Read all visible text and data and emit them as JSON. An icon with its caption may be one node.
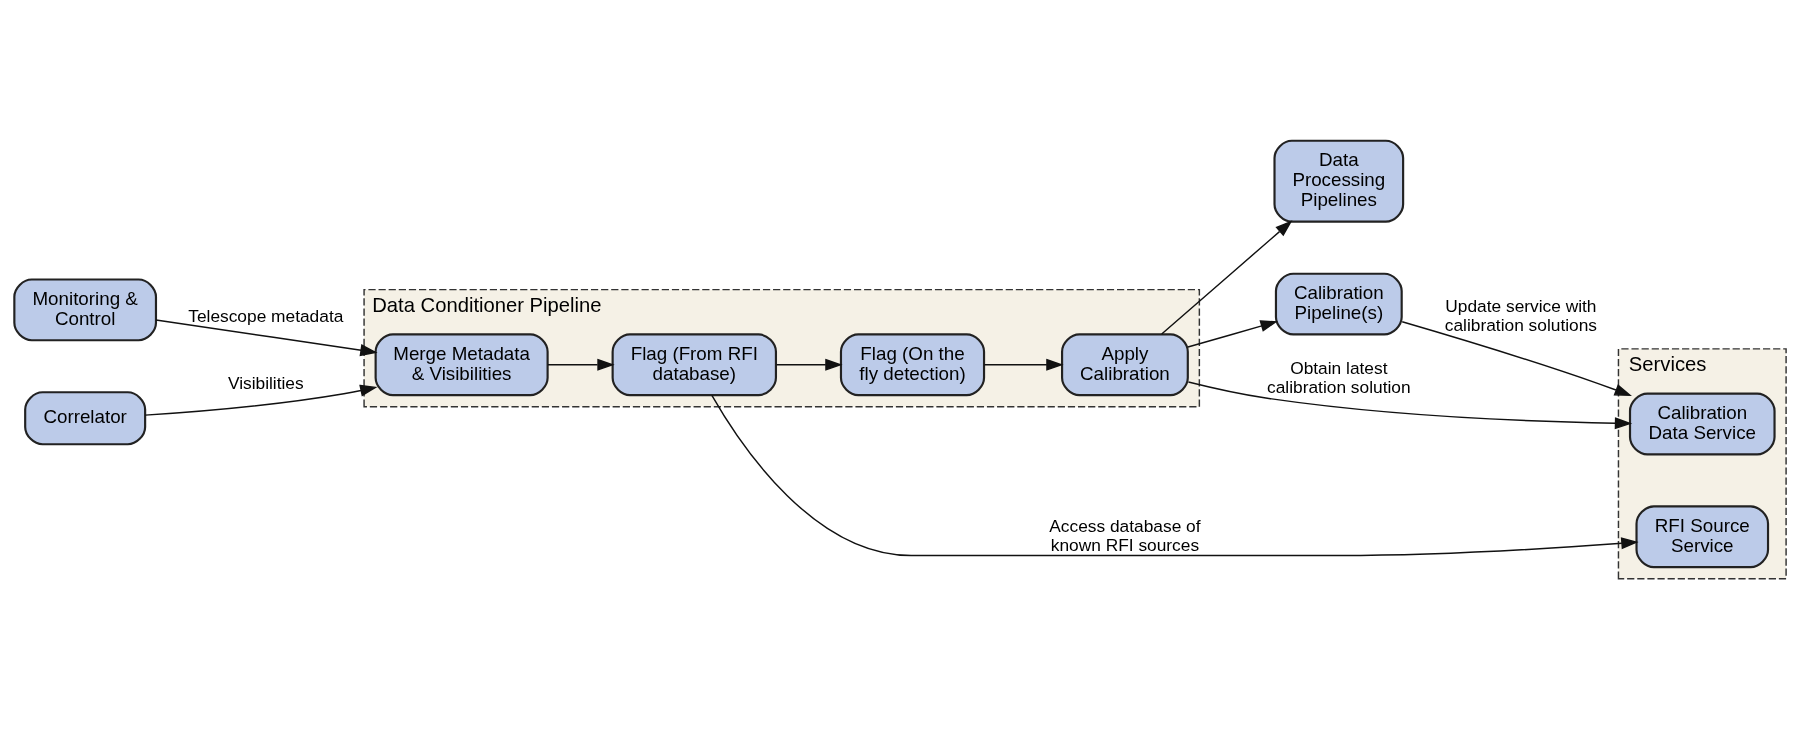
{
  "diagram": {
    "nodes": [
      {
        "text": [
          "Data Conditioner Pipeline"
        ]
      },
      {
        "text": [
          "Monitoring & Control"
        ]
      },
      {
        "text": [
          "Correlator"
        ]
      },
      {
        "text": [
          "Merge Metadata & Visibilities"
        ],
        "in": 0
      },
      {
        "text": [
          "Flag (From RFI database)"
        ],
        "in": 0
      },
      {
        "text": [
          "Flag (On the fly detection)"
        ],
        "in": 0
      },
      {
        "text": [
          "Apply Calibration"
        ],
        "in": 0
      },
      {
        "text": [
          "Data Processing Pipelines"
        ]
      },
      {
        "text": [
          "Calibration Pipeline(s)"
        ]
      },
      {
        "text": [
          "Services"
        ]
      },
      {
        "text": [
          "RFI Source Service"
        ],
        "in": 9
      },
      {
        "text": [
          "Calibration Data Service"
        ],
        "in": 9
      }
    ],
    "edges": [
      {
        "from": 1,
        "to": 3,
        "arrow": "to",
        "label": "Telescope metadata"
      },
      {
        "from": 2,
        "to": 3,
        "arrow": "to",
        "label": "Visibilities"
      },
      {
        "from": 3,
        "to": 4,
        "arrow": "to"
      },
      {
        "from": 4,
        "to": 5,
        "arrow": "to"
      },
      {
        "from": 5,
        "to": 6,
        "arrow": "to"
      },
      {
        "from": 6,
        "to": 7,
        "arrow": "to"
      },
      {
        "from": 6,
        "to": 8,
        "arrow": "to"
      },
      {
        "from": 4,
        "to": 10,
        "arrow": "to",
        "label": "Access database of known RFI sources"
      },
      {
        "from": 6,
        "to": 11,
        "arrow": "to",
        "label": "Obtain latest calibration solution"
      },
      {
        "from": 8,
        "to": 11,
        "arrow": "to",
        "label": "Update service with calibration solutions"
      }
    ]
  }
}
